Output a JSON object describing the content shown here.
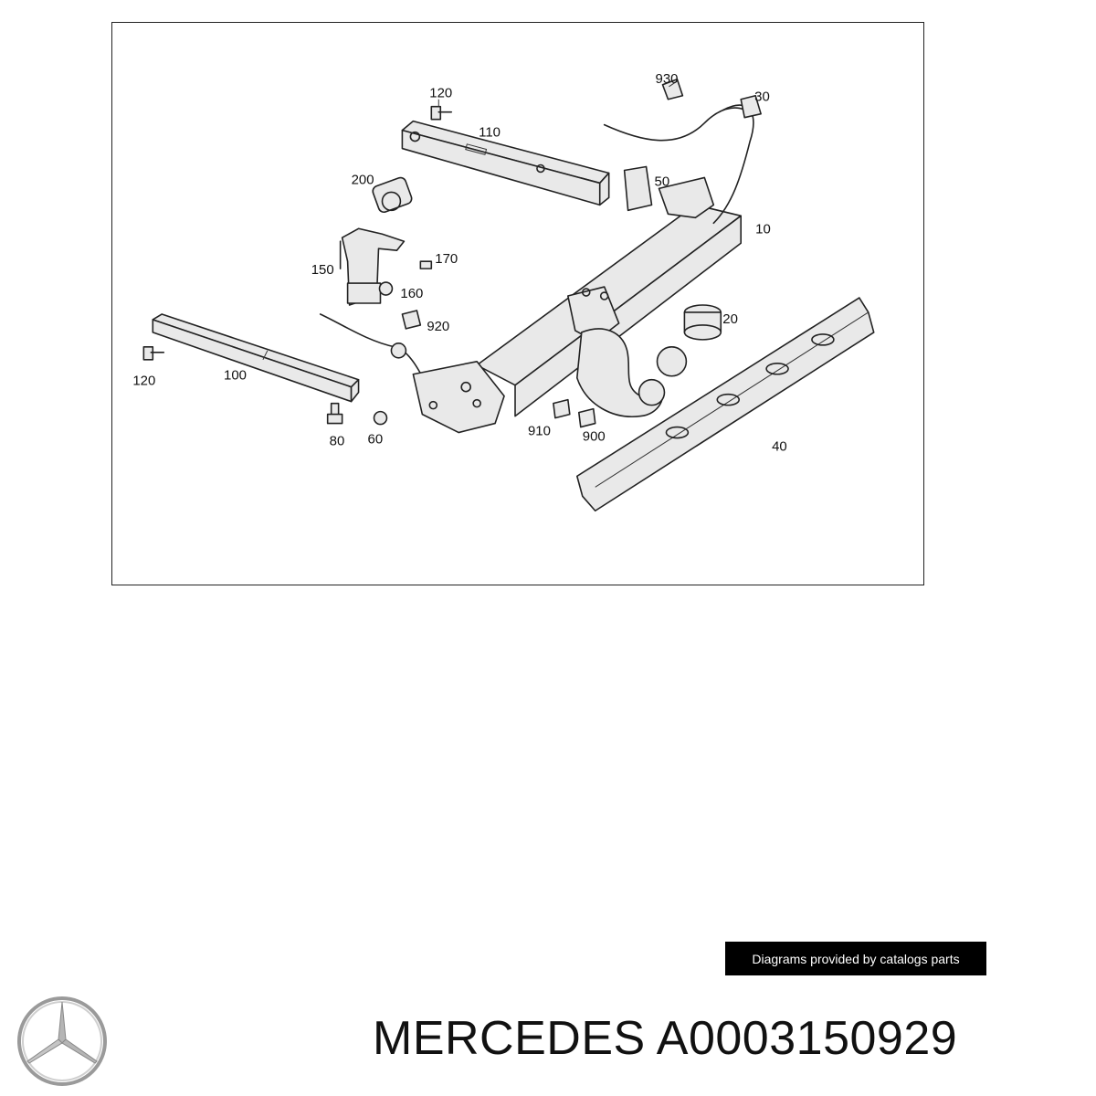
{
  "diagram": {
    "callouts": [
      {
        "id": "c930",
        "label": "930"
      },
      {
        "id": "c30",
        "label": "30"
      },
      {
        "id": "c120a",
        "label": "120"
      },
      {
        "id": "c110",
        "label": "110"
      },
      {
        "id": "c200",
        "label": "200"
      },
      {
        "id": "c50",
        "label": "50"
      },
      {
        "id": "c10",
        "label": "10"
      },
      {
        "id": "c170",
        "label": "170"
      },
      {
        "id": "c150",
        "label": "150"
      },
      {
        "id": "c160",
        "label": "160"
      },
      {
        "id": "c920",
        "label": "920"
      },
      {
        "id": "c20",
        "label": "20"
      },
      {
        "id": "c120b",
        "label": "120"
      },
      {
        "id": "c100",
        "label": "100"
      },
      {
        "id": "c910",
        "label": "910"
      },
      {
        "id": "c900",
        "label": "900"
      },
      {
        "id": "c40",
        "label": "40"
      },
      {
        "id": "c80",
        "label": "80"
      },
      {
        "id": "c60",
        "label": "60"
      }
    ]
  },
  "credit": "Diagrams provided by catalogs parts",
  "title": "MERCEDES A0003150929",
  "logo_icon": "mercedes-star-icon",
  "colors": {
    "banner_bg": "#000000",
    "banner_text": "#ffffff",
    "text": "#111111"
  }
}
